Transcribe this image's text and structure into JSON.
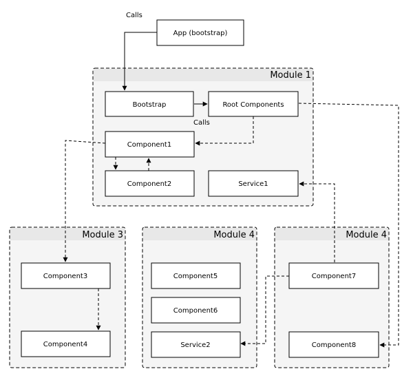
{
  "modules": {
    "m1": "Module 1",
    "m3": "Module 3",
    "m4a": "Module 4",
    "m4b": "Module 4"
  },
  "nodes": {
    "app": "App (bootstrap)",
    "bootstrap": "Bootstrap",
    "root": "Root Components",
    "c1": "Component1",
    "c2": "Component2",
    "s1": "Service1",
    "c3": "Component3",
    "c4": "Component4",
    "c5": "Component5",
    "c6": "Component6",
    "s2": "Service2",
    "c7": "Component7",
    "c8": "Component8"
  },
  "edge_labels": {
    "calls_top": "Calls",
    "calls_mid": "Calls"
  }
}
